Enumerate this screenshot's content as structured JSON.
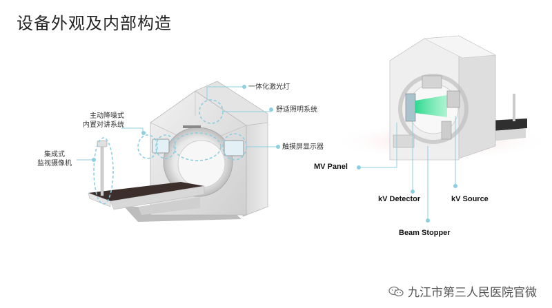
{
  "title": "设备外观及内部构造",
  "left_labels": {
    "laser": "一体化激光灯",
    "intercom_line1": "主动降噪式",
    "intercom_line2": "内置对讲系统",
    "lighting": "舒适照明系统",
    "camera_line1": "集成式",
    "camera_line2": "监视摄像机",
    "touchscreen": "触摸屏显示器"
  },
  "right_labels": {
    "mv_panel": "MV Panel",
    "kv_detector": "kV Detector",
    "kv_source": "kV Source",
    "beam_stopper": "Beam Stopper"
  },
  "watermark": "九江市第三人民医院官微",
  "colors": {
    "accent": "#8ccfe0",
    "beam": "#3ee08a"
  }
}
